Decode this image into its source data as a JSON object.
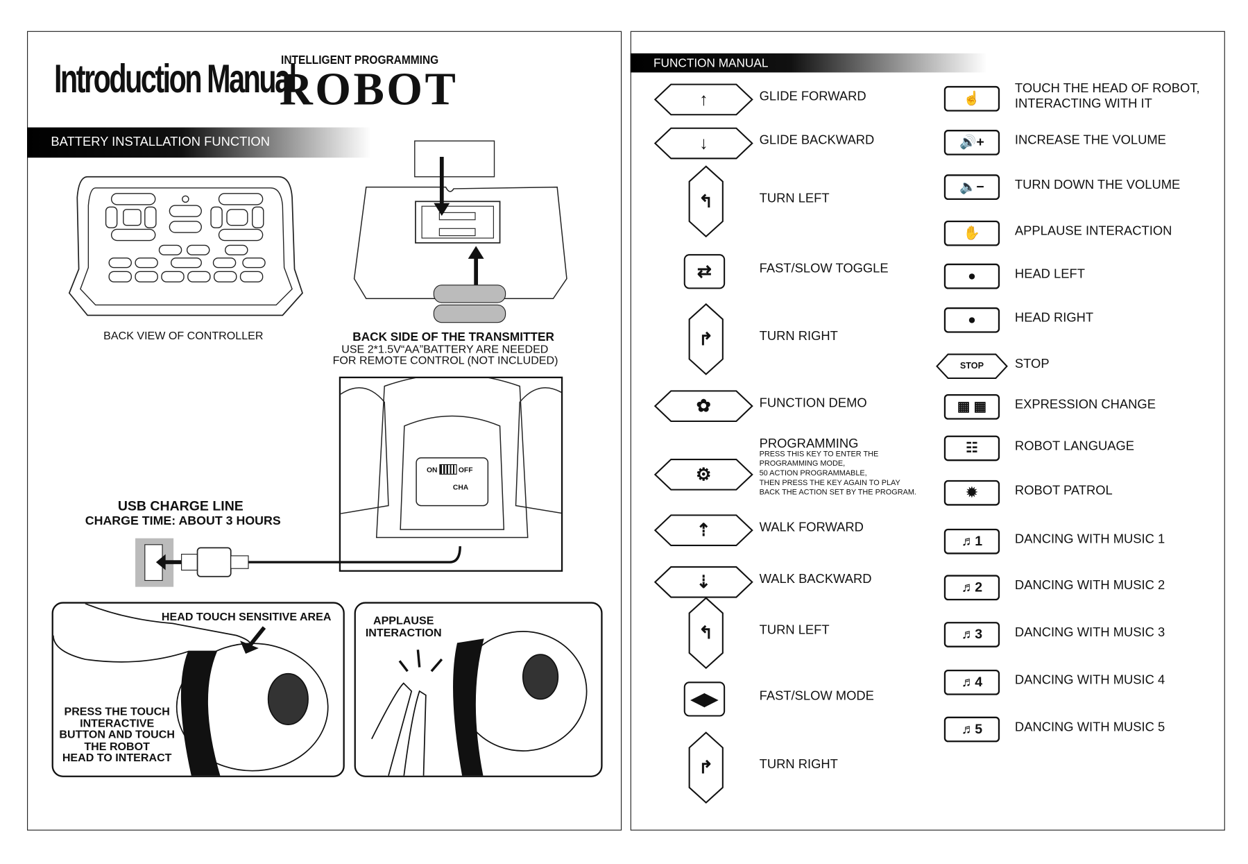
{
  "left": {
    "title": "Introduction Manual",
    "subtitle": "INTELLIGENT PROGRAMMING",
    "product": "ROBOT",
    "section_header": "BATTERY INSTALLATION FUNCTION",
    "controller_caption": "BACK VIEW OF CONTROLLER",
    "transmitter_title": "BACK SIDE OF THE TRANSMITTER",
    "transmitter_note_1": "USE 2*1.5V“AA”BATTERY ARE NEEDED",
    "transmitter_note_2": "FOR REMOTE CONTROL (NOT INCLUDED)",
    "switch_on": "ON",
    "switch_off": "OFF",
    "charge_port": "CHA",
    "usb_title": "USB CHARGE LINE",
    "usb_time": "CHARGE TIME: ABOUT 3 HOURS",
    "head_touch_label": "HEAD TOUCH SENSITIVE AREA",
    "head_touch_instructions": [
      "PRESS THE TOUCH",
      "INTERACTIVE",
      "BUTTON AND TOUCH",
      "THE ROBOT",
      "HEAD TO INTERACT"
    ],
    "applause_label": [
      "APPLAUSE",
      "INTERACTION"
    ]
  },
  "right": {
    "section_header": "FUNCTION MANUAL",
    "col1": [
      {
        "label": "GLIDE FORWARD",
        "icon": "arrow-up-icon"
      },
      {
        "label": "GLIDE BACKWARD",
        "icon": "arrow-down-icon"
      },
      {
        "label": "TURN LEFT",
        "icon": "turn-left-icon"
      },
      {
        "label": "FAST/SLOW TOGGLE",
        "icon": "toggle-icon"
      },
      {
        "label": "TURN RIGHT",
        "icon": "turn-right-icon"
      },
      {
        "label": "FUNCTION DEMO",
        "icon": "film-reel-icon"
      },
      {
        "label": "PROGRAMMING",
        "icon": "gear-icon",
        "details": [
          "PRESS THIS KEY TO ENTER THE",
          "PROGRAMMING MODE,",
          "50 ACTION PROGRAMMABLE,",
          "THEN PRESS THE KEY AGAIN TO PLAY",
          "BACK THE ACTION SET BY THE PROGRAM."
        ]
      },
      {
        "label": "WALK FORWARD",
        "icon": "walk-up-icon"
      },
      {
        "label": "WALK BACKWARD",
        "icon": "walk-down-icon"
      },
      {
        "label": "TURN LEFT",
        "icon": "turn-left-icon"
      },
      {
        "label": "FAST/SLOW MODE",
        "icon": "speed-mode-icon"
      },
      {
        "label": "TURN RIGHT",
        "icon": "turn-right-icon"
      }
    ],
    "col2": [
      {
        "label": "TOUCH THE HEAD OF ROBOT,",
        "label2": "INTERACTING WITH IT",
        "icon": "touch-icon",
        "glyph": "☝"
      },
      {
        "label": "INCREASE THE VOLUME",
        "icon": "volume-up-icon",
        "glyph": "🔊+"
      },
      {
        "label": "TURN DOWN THE VOLUME",
        "icon": "volume-down-icon",
        "glyph": "🔈−"
      },
      {
        "label": "APPLAUSE INTERACTION",
        "icon": "clap-icon",
        "glyph": "✋"
      },
      {
        "label": "HEAD LEFT",
        "icon": "head-left-icon",
        "glyph": "●"
      },
      {
        "label": "HEAD RIGHT",
        "icon": "head-right-icon",
        "glyph": "●"
      },
      {
        "label": "STOP",
        "icon": "stop-icon",
        "glyph": "STOP"
      },
      {
        "label": "EXPRESSION CHANGE",
        "icon": "expression-icon",
        "glyph": "▦ ▦"
      },
      {
        "label": "ROBOT LANGUAGE",
        "icon": "robot-language-icon",
        "glyph": "☷"
      },
      {
        "label": "ROBOT PATROL",
        "icon": "patrol-icon",
        "glyph": "✹"
      },
      {
        "label": "DANCING WITH MUSIC 1",
        "icon": "music-1-icon",
        "glyph": "♬1"
      },
      {
        "label": "DANCING WITH MUSIC 2",
        "icon": "music-2-icon",
        "glyph": "♬2"
      },
      {
        "label": "DANCING WITH MUSIC 3",
        "icon": "music-3-icon",
        "glyph": "♬3"
      },
      {
        "label": "DANCING WITH MUSIC 4",
        "icon": "music-4-icon",
        "glyph": "♬4"
      },
      {
        "label": "DANCING WITH MUSIC 5",
        "icon": "music-5-icon",
        "glyph": "♬5"
      }
    ]
  }
}
